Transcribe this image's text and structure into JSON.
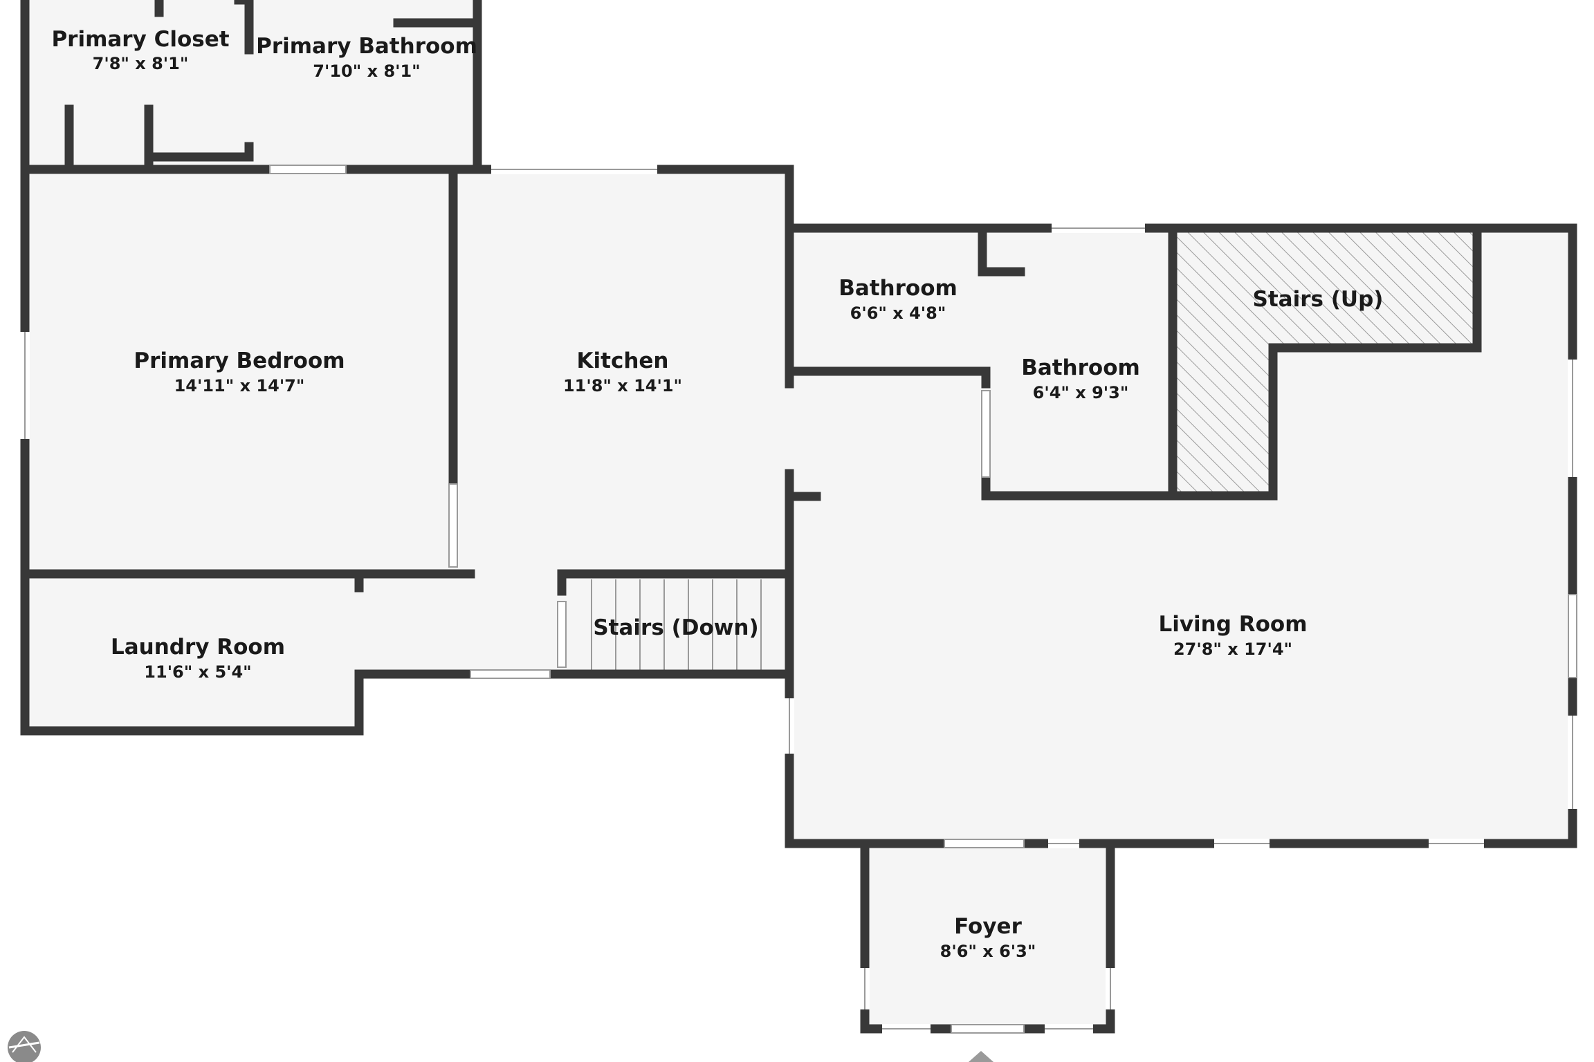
{
  "rooms": {
    "primary_closet": {
      "name": "Primary Closet",
      "dims": "7'8\" x 8'1\""
    },
    "primary_bathroom": {
      "name": "Primary Bathroom",
      "dims": "7'10\" x 8'1\""
    },
    "primary_bedroom": {
      "name": "Primary Bedroom",
      "dims": "14'11\" x 14'7\""
    },
    "kitchen": {
      "name": "Kitchen",
      "dims": "11'8\" x 14'1\""
    },
    "bathroom_small": {
      "name": "Bathroom",
      "dims": "6'6\" x 4'8\""
    },
    "bathroom_large": {
      "name": "Bathroom",
      "dims": "6'4\" x 9'3\""
    },
    "laundry_room": {
      "name": "Laundry Room",
      "dims": "11'6\" x 5'4\""
    },
    "living_room": {
      "name": "Living Room",
      "dims": "27'8\" x 17'4\""
    },
    "foyer": {
      "name": "Foyer",
      "dims": "8'6\" x 6'3\""
    }
  },
  "stairs": {
    "up_label": "Stairs (Up)",
    "down_label": "Stairs (Down)"
  },
  "colors": {
    "wall": "#383838",
    "floor": "#f5f5f5",
    "background": "#ffffff",
    "hatch": "#9a9a9a"
  },
  "icons": {
    "logo": "compass-logo-icon",
    "entrance": "entrance-arrow-icon"
  }
}
